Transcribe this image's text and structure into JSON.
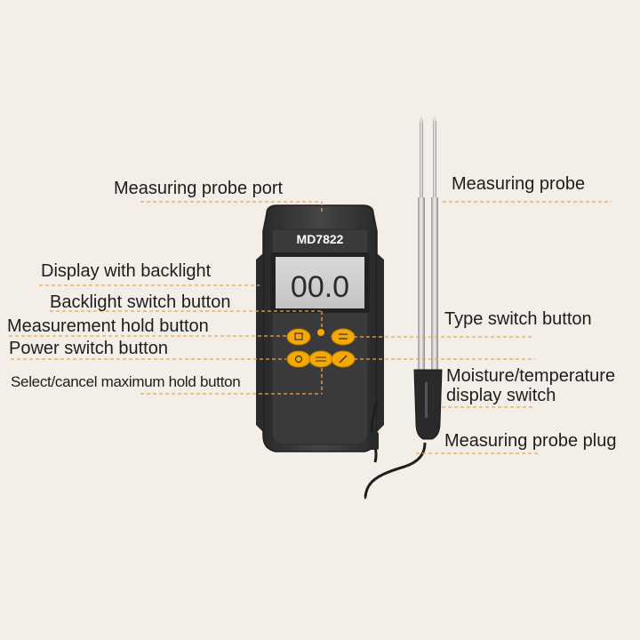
{
  "device": {
    "model": "MD7822",
    "display_reading": "00.0"
  },
  "labels": {
    "measuring_probe_port": "Measuring probe port",
    "measuring_probe": "Measuring probe",
    "display_with_backlight": "Display with backlight",
    "backlight_switch_button": "Backlight switch button",
    "measurement_hold_button": "Measurement hold button",
    "type_switch_button": "Type switch button",
    "power_switch_button": "Power switch button",
    "select_cancel_max_hold": "Select/cancel maximum hold button",
    "moisture_temp_switch_line1": "Moisture/temperature",
    "moisture_temp_switch_line2": "display switch",
    "measuring_probe_plug": "Measuring probe plug"
  },
  "colors": {
    "background": "#f3efe8",
    "leader_line": "#f0a54a",
    "button": "#f5a800",
    "device_body": "#3c3c3c"
  }
}
